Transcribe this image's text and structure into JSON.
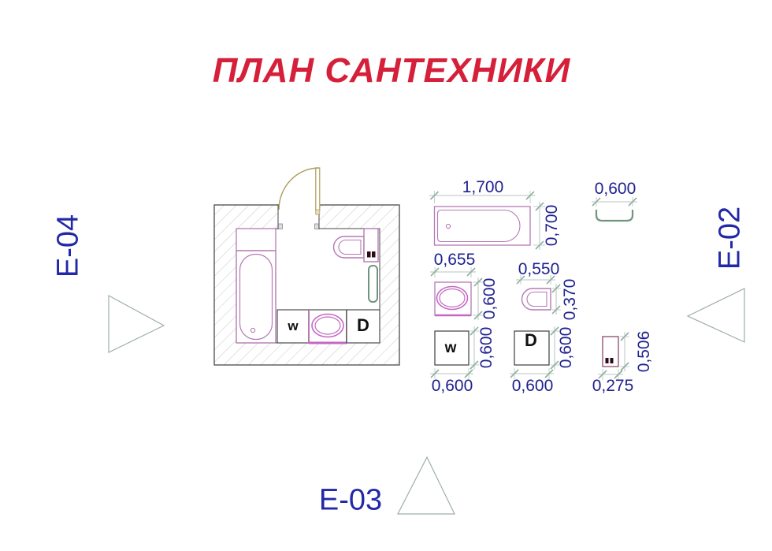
{
  "title": "ПЛАН САНТЕХНИКИ",
  "section_markers": {
    "left": "Е-04",
    "right": "Е-02",
    "bottom": "Е-03"
  },
  "plan": {
    "washer_label": "w",
    "dryer_label": "D"
  },
  "fixtures": {
    "bathtub": {
      "length": "1,700",
      "width": "0,700"
    },
    "towel_rail": {
      "width": "0,600"
    },
    "sink": {
      "width": "0,655",
      "depth": "0,600"
    },
    "toilet": {
      "width": "0,550",
      "depth": "0,370"
    },
    "washer": {
      "label": "w",
      "width": "0,600",
      "depth": "0,600"
    },
    "dryer": {
      "label": "D",
      "width": "0,600",
      "depth": "0,600"
    },
    "cabinet": {
      "width": "0,275",
      "depth": "0,506"
    }
  },
  "colors": {
    "title_red": "#d6203a",
    "marker_blue": "#2328a8",
    "dimension_navy": "#20218f",
    "fixture_purple": "#b37ab3",
    "sink_magenta": "#c468c4",
    "towel_rail_green": "#6f9480",
    "door_tan": "#ad9c58",
    "wall_gray": "#4a4a4a"
  }
}
